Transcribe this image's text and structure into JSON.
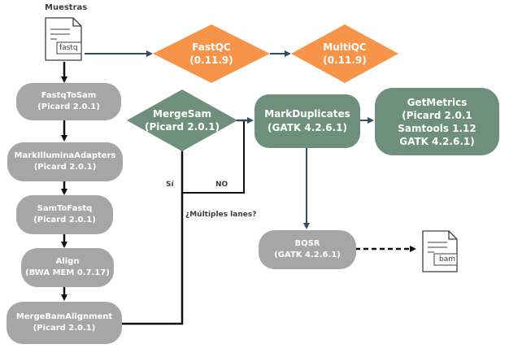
{
  "diagram": {
    "input_label": "Muestras",
    "input_file_ext": "fastq",
    "output_file_ext": "bam",
    "steps": {
      "fastq_to_sam": {
        "name": "FastqToSam",
        "tool": "(Picard 2.0.1)"
      },
      "mark_illumina": {
        "name": "MarkIlluminaAdapters",
        "tool": "(Picard 2.0.1)"
      },
      "sam_to_fastq": {
        "name": "SamToFastq",
        "tool": "(Picard 2.0.1)"
      },
      "align": {
        "name": "Align",
        "tool": "(BWA MEM 0.7.17)"
      },
      "merge_bam": {
        "name": "MergeBamAlignment",
        "tool": "(Picard 2.0.1)"
      },
      "merge_sam": {
        "name": "MergeSam",
        "tool": "(Picard 2.0.1)"
      },
      "mark_duplicates": {
        "name": "MarkDuplicates",
        "tool": "(GATK 4.2.6.1)"
      },
      "get_metrics": {
        "name": "GetMetrics",
        "tool1": "(Picard 2.0.1",
        "tool2": "Samtools 1.12",
        "tool3": "GATK 4.2.6.1)"
      },
      "bqsr": {
        "name": "BQSR",
        "tool": "(GATK 4.2.6.1)"
      },
      "fastqc": {
        "name": "FastQC",
        "tool": "(0.11.9)"
      },
      "multiqc": {
        "name": "MultiQC",
        "tool": "(0.11.9)"
      }
    },
    "decision": {
      "question": "¿Múltiples lanes?",
      "yes": "Sí",
      "no": "NO"
    }
  },
  "colors": {
    "grey_node": "#a6a6a6",
    "green_node": "#6e8f7b",
    "orange_node": "#f7944a",
    "arrow_dark": "#111111",
    "arrow_blue": "#2f4f66"
  }
}
